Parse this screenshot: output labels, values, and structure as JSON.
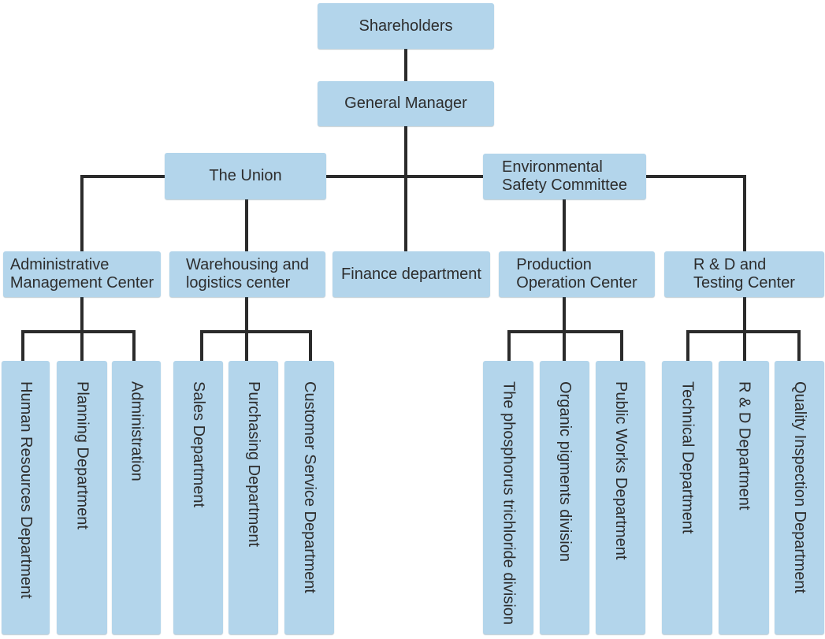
{
  "palette": {
    "node_fill": "#B3D5EB",
    "connector": "#2B2B2B",
    "text": "#2D2D2D",
    "background": "#FFFFFF"
  },
  "nodes": {
    "shareholders": {
      "label": "Shareholders"
    },
    "general_manager": {
      "label": "General Manager"
    },
    "the_union": {
      "label": "The Union"
    },
    "environmental_safety_committee": {
      "lines": [
        "Environmental",
        "Safety Committee"
      ]
    },
    "administrative_management_center": {
      "lines": [
        "Administrative",
        "Management Center"
      ]
    },
    "warehousing_logistics_center": {
      "lines": [
        "Warehousing and",
        "logistics center"
      ]
    },
    "finance_department": {
      "label": "Finance department"
    },
    "production_operation_center": {
      "lines": [
        "Production",
        "Operation Center"
      ]
    },
    "rd_testing_center": {
      "lines": [
        "R & D and",
        "Testing Center"
      ]
    },
    "human_resources_department": {
      "label": "Human Resources Department"
    },
    "planning_department": {
      "label": "Planning Department"
    },
    "administration": {
      "label": "Administration"
    },
    "sales_department": {
      "label": "Sales Department"
    },
    "purchasing_department": {
      "label": "Purchasing Department"
    },
    "customer_service_department": {
      "label": "Customer Service Department"
    },
    "phosphorus_trichloride_division": {
      "label": "The phosphorus trichloride division"
    },
    "organic_pigments_division": {
      "label": "Organic pigments division"
    },
    "public_works_department": {
      "label": "Public Works Department"
    },
    "technical_department": {
      "label": "Technical Department"
    },
    "rd_department": {
      "label": "R & D Department"
    },
    "quality_inspection_department": {
      "label": "Quality Inspection Department"
    }
  },
  "hierarchy": {
    "Shareholders": [
      "General Manager"
    ],
    "General Manager": [
      "The Union",
      "Finance department",
      "Environmental Safety Committee"
    ],
    "The Union": [
      "Administrative Management Center",
      "Warehousing and logistics center"
    ],
    "Environmental Safety Committee": [
      "Production Operation Center",
      "R & D and Testing Center"
    ],
    "Administrative Management Center": [
      "Human Resources Department",
      "Planning Department",
      "Administration"
    ],
    "Warehousing and logistics center": [
      "Sales Department",
      "Purchasing Department",
      "Customer Service Department"
    ],
    "Production Operation Center": [
      "The phosphorus trichloride division",
      "Organic pigments division",
      "Public Works Department"
    ],
    "R & D and Testing Center": [
      "Technical Department",
      "R & D Department",
      "Quality Inspection Department"
    ]
  }
}
